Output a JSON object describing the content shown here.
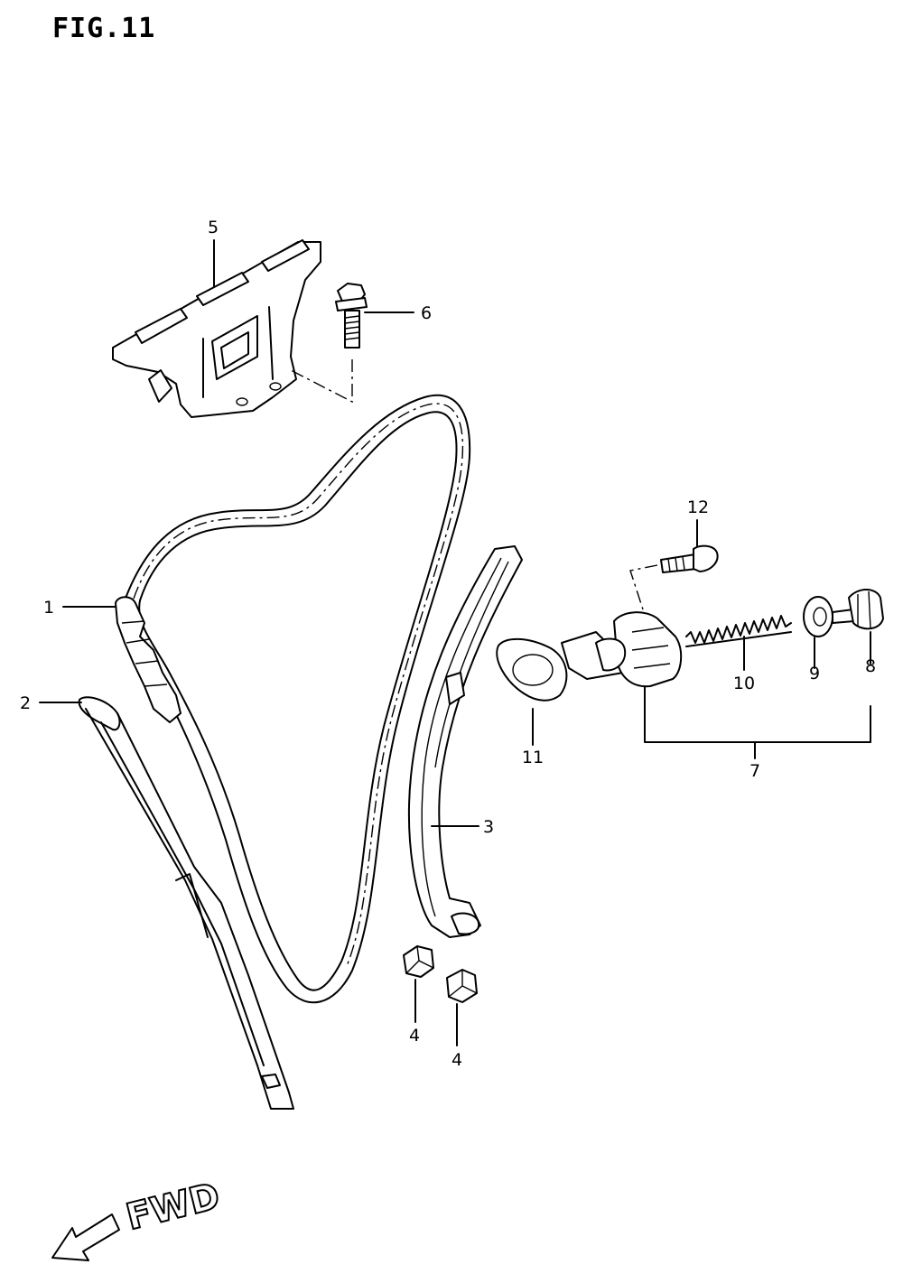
{
  "figure": {
    "title": "FIG.11",
    "direction_label": "FWD"
  },
  "callouts": {
    "c1": "1",
    "c2": "2",
    "c3": "3",
    "c4a": "4",
    "c4b": "4",
    "c5": "5",
    "c6": "6",
    "c7": "7",
    "c8": "8",
    "c9": "9",
    "c10": "10",
    "c11": "11",
    "c12": "12"
  }
}
